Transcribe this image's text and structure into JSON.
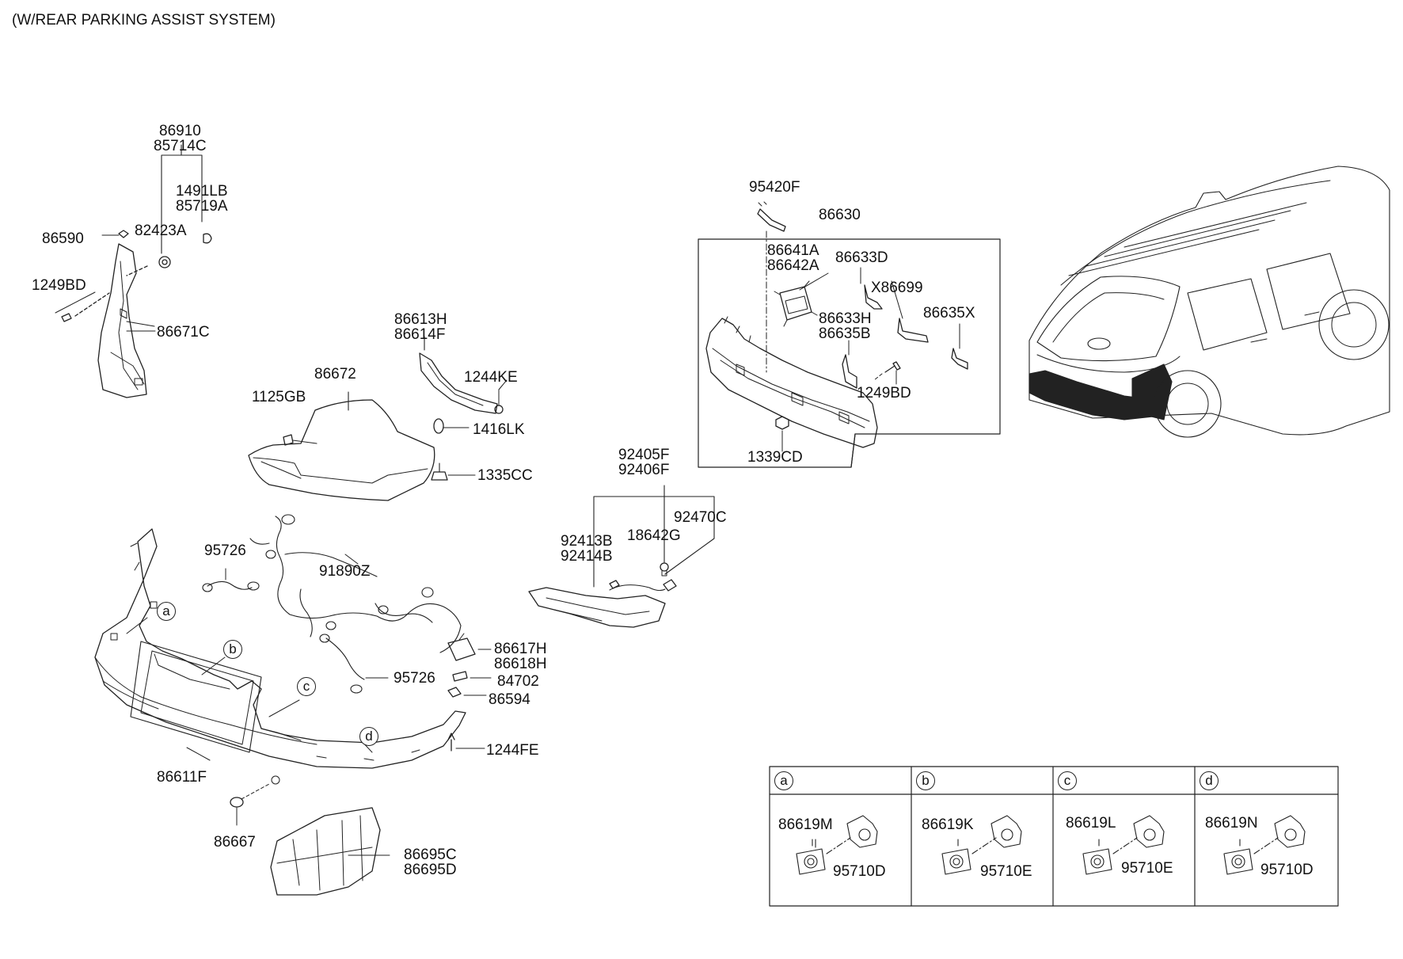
{
  "header": {
    "title": "(W/REAR PARKING ASSIST SYSTEM)"
  },
  "parts": {
    "p86910": "86910",
    "p85714C": "85714C",
    "p1491LB": "1491LB",
    "p85719A": "85719A",
    "p82423A": "82423A",
    "p86590": "86590",
    "p1249BD_left": "1249BD",
    "p86671C": "86671C",
    "p86613H": "86613H",
    "p86614F": "86614F",
    "p1244KE": "1244KE",
    "p86672": "86672",
    "p1125GB": "1125GB",
    "p1416LK": "1416LK",
    "p1335CC": "1335CC",
    "p95420F": "95420F",
    "p86630": "86630",
    "p86641A": "86641A",
    "p86642A": "86642A",
    "p86633D": "86633D",
    "pX86699": "X86699",
    "p86633H": "86633H",
    "p86635B": "86635B",
    "p86635X": "86635X",
    "p1249BD_right": "1249BD",
    "p1339CD": "1339CD",
    "p92405F": "92405F",
    "p92406F": "92406F",
    "p92413B": "92413B",
    "p92414B": "92414B",
    "p18642G": "18642G",
    "p92470C": "92470C",
    "p95726_top": "95726",
    "p91890Z": "91890Z",
    "p86617H": "86617H",
    "p86618H": "86618H",
    "p95726_bottom": "95726",
    "p84702": "84702",
    "p86594": "86594",
    "p1244FE": "1244FE",
    "p86611F": "86611F",
    "p86667": "86667",
    "p86695C": "86695C",
    "p86695D": "86695D"
  },
  "callouts": {
    "a": "a",
    "b": "b",
    "c": "c",
    "d": "d"
  },
  "sensor_table": {
    "cells": [
      {
        "letter": "a",
        "bezel": "86619M",
        "sensor": "95710D"
      },
      {
        "letter": "b",
        "bezel": "86619K",
        "sensor": "95710E"
      },
      {
        "letter": "c",
        "bezel": "86619L",
        "sensor": "95710E"
      },
      {
        "letter": "d",
        "bezel": "86619N",
        "sensor": "95710D"
      }
    ]
  }
}
